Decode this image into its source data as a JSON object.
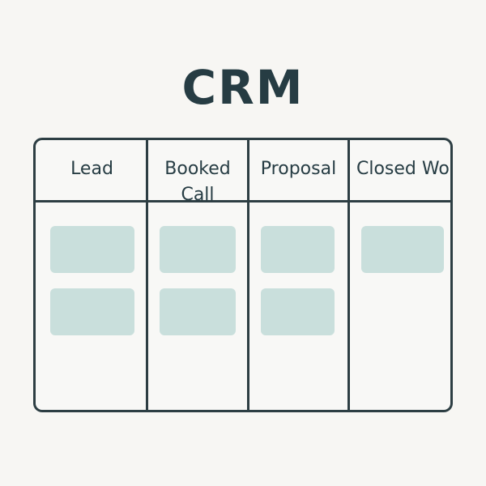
{
  "app": {
    "title": "CRM"
  },
  "board": {
    "columns": [
      {
        "title": "Lead",
        "card_count": 2
      },
      {
        "title_line1": "Booked",
        "title_line2": "Call",
        "card_count": 2
      },
      {
        "title": "Proposal",
        "card_count": 2
      },
      {
        "title": "Closed Won",
        "card_count": 1
      }
    ]
  },
  "colors": {
    "background": "#f7f6f3",
    "border": "#2d3e43",
    "text": "#263c43",
    "card": "#c9dfdc"
  }
}
